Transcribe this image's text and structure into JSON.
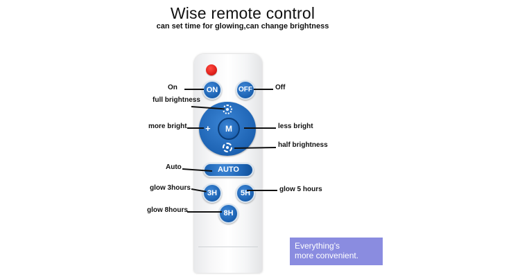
{
  "title": "Wise remote control",
  "subtitle": "can set time for glowing,can change brightness",
  "buttons": {
    "on": "ON",
    "off": "OFF",
    "mode": "M",
    "plus": "+",
    "minus": "–",
    "auto": "AUTO",
    "h3": "3H",
    "h5": "5H",
    "h8": "8H"
  },
  "labels": {
    "on": "On",
    "off": "Off",
    "full_brightness": "full brightness",
    "more_bright": "more bright",
    "less_bright": "less bright",
    "half_brightness": "half brightness",
    "auto": "Auto",
    "glow_3": "glow 3hours",
    "glow_5": "glow 5 hours",
    "glow_8": "glow 8hours"
  },
  "note": {
    "line1": "Everything's",
    "line2": "more convenient."
  },
  "colors": {
    "button_blue": "#1f66b6",
    "power_red": "#e0201a",
    "note_bg": "#8a8ce0"
  },
  "icons": {
    "power": "power-dot-icon",
    "full_sun": "sun-full-icon",
    "half_sun": "sun-half-icon"
  }
}
